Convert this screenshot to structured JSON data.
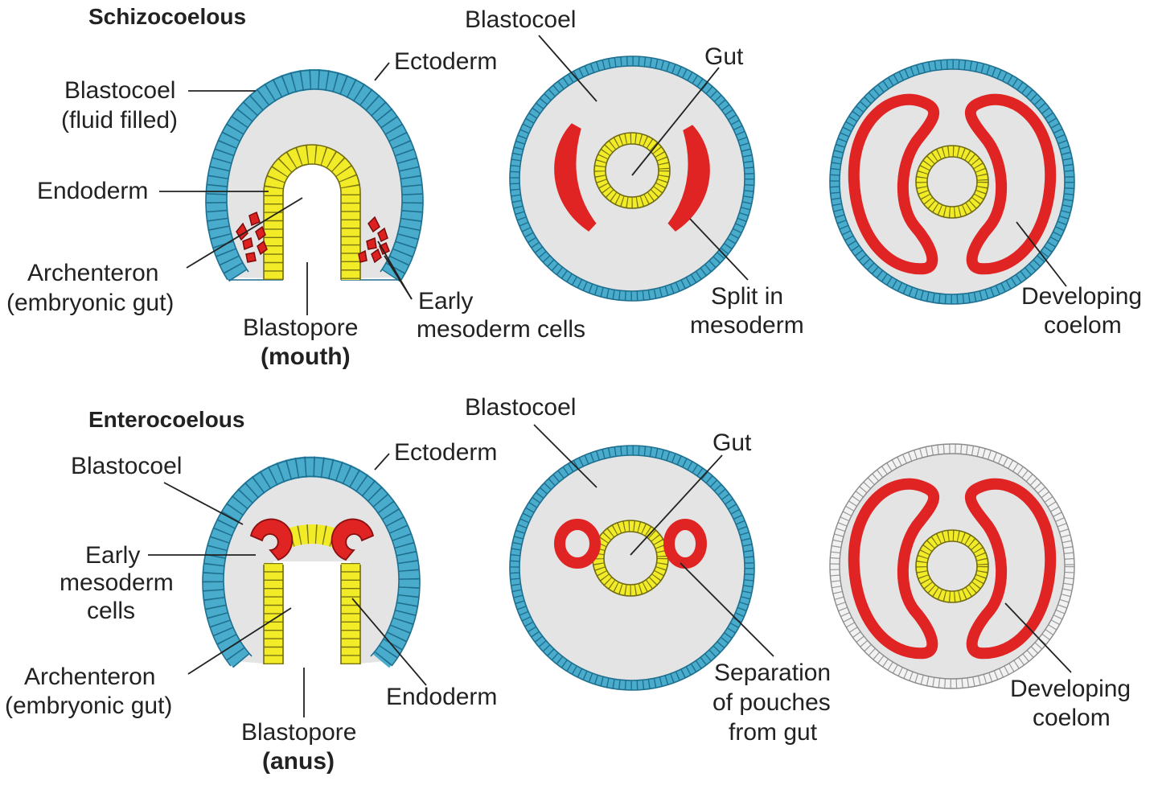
{
  "schizo": {
    "title": "Schizocoelous",
    "embryo": {
      "blastocoel": "Blastocoel",
      "fluid": "(fluid filled)",
      "ectoderm": "Ectoderm",
      "endoderm": "Endoderm",
      "archenteron": "Archenteron",
      "archenteron_sub": "(embryonic gut)",
      "blastopore": "Blastopore",
      "blastopore_fate": "(mouth)",
      "early": "Early",
      "mesoderm_cells": "mesoderm cells"
    },
    "cross1": {
      "blastocoel": "Blastocoel",
      "gut": "Gut",
      "split1": "Split in",
      "split2": "mesoderm"
    },
    "cross2": {
      "dev1": "Developing",
      "dev2": "coelom"
    }
  },
  "entero": {
    "title": "Enterocoelous",
    "embryo": {
      "blastocoel": "Blastocoel",
      "ectoderm": "Ectoderm",
      "early": "Early",
      "mesoderm": "mesoderm",
      "cells": "cells",
      "archenteron": "Archenteron",
      "archenteron_sub": "(embryonic gut)",
      "endoderm": "Endoderm",
      "blastopore": "Blastopore",
      "blastopore_fate": "(anus)"
    },
    "cross1": {
      "blastocoel": "Blastocoel",
      "gut": "Gut",
      "sep1": "Separation",
      "sep2": "of pouches",
      "sep3": "from gut"
    },
    "cross2": {
      "dev1": "Developing",
      "dev2": "coelom"
    }
  },
  "colors": {
    "ectoderm": "#4aaccc",
    "endoderm": "#f2ec28",
    "mesoderm": "#e02424",
    "blastocoel": "#e4e4e4"
  }
}
